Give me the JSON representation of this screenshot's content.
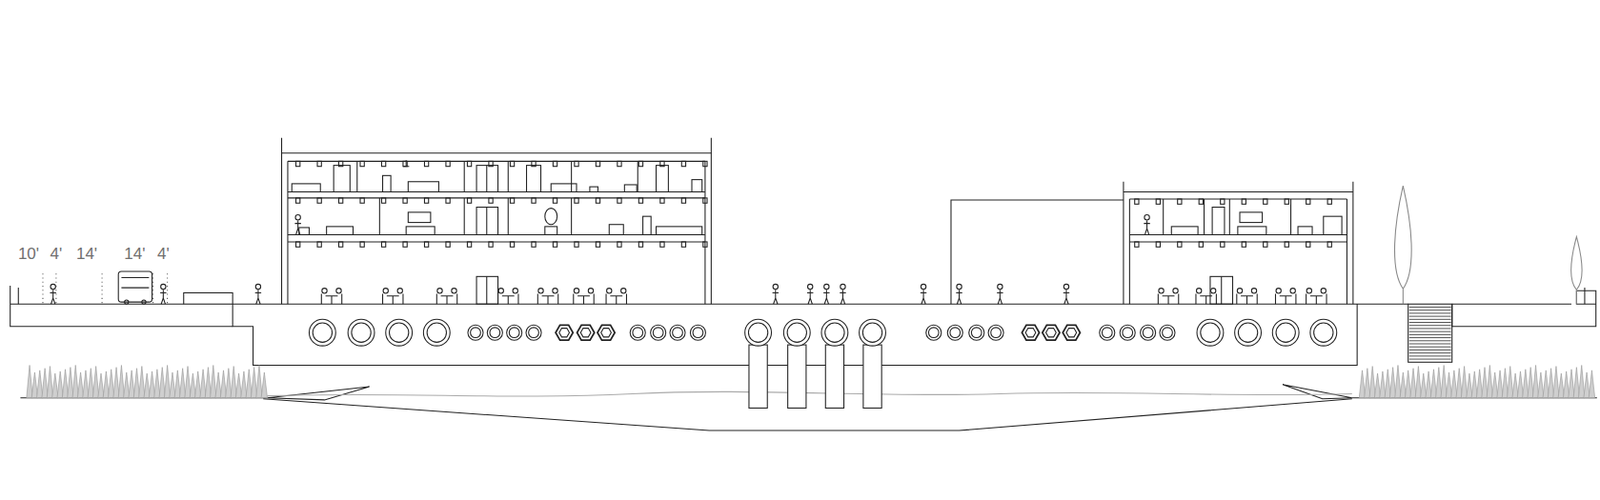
{
  "diagram": {
    "labels": [
      "10'",
      "4'",
      "14'",
      "14'",
      "4'"
    ]
  }
}
